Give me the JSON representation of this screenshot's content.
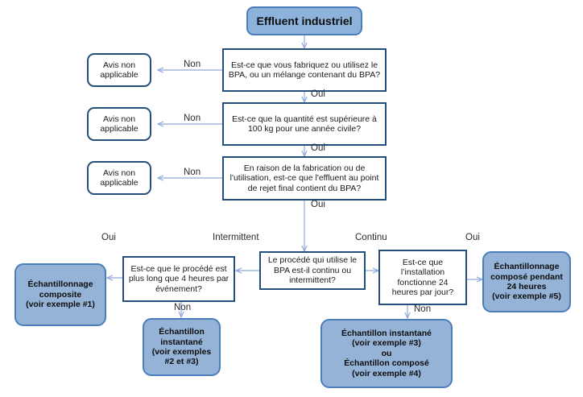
{
  "diagram": {
    "title": "Effluent industriel",
    "language": "fr",
    "accent_fill": "#95b3d7",
    "accent_border": "#4a7ebb",
    "box_border": "#254f7b",
    "connector_color": "#8faadc",
    "nodes": {
      "start": {
        "label": "Effluent industriel"
      },
      "q1": {
        "label": "Est-ce que vous fabriquez ou utilisez le BPA, ou un mélange contenant du BPA?"
      },
      "q2": {
        "label": "Est-ce que la quantité est supérieure à 100  kg pour une année civile?"
      },
      "q3": {
        "label": "En raison de la fabrication ou de l'utilisation, est-ce que l'effluent au point de rejet final contient du BPA?"
      },
      "q4": {
        "label": "Le procédé qui utilise le BPA est-il continu ou intermittent?"
      },
      "q5": {
        "label": "Est-ce que le procédé  est plus long que 4  heures par événement?"
      },
      "q6": {
        "label": "Est-ce que l’installation fonctionne 24 heures par jour?"
      },
      "avis1": {
        "label": "Avis non applicable"
      },
      "avis2": {
        "label": "Avis non applicable"
      },
      "avis3": {
        "label": "Avis non applicable"
      },
      "r1": {
        "label": "Échantillonnage composite\n(voir exemple #1)"
      },
      "r2": {
        "label": "Échantillon instantané\n(voir exemples\n#2 et #3)"
      },
      "r3": {
        "label": "Échantillon instantané\n(voir exemple #3)\nou\nÉchantillon composé\n(voir exemple #4)"
      },
      "r4": {
        "label": "Échantillonnage composé pendant 24 heures\n(voir exemple #5)"
      }
    },
    "edge_labels": {
      "q1_non": "Non",
      "q1_oui": "Oui",
      "q2_non": "Non",
      "q2_oui": "Oui",
      "q3_non": "Non",
      "q3_oui": "Oui",
      "q4_intermittent": "Intermittent",
      "q4_continu": "Continu",
      "q5_oui": "Oui",
      "q5_non": "Non",
      "q6_oui": "Oui",
      "q6_non": "Non"
    }
  }
}
